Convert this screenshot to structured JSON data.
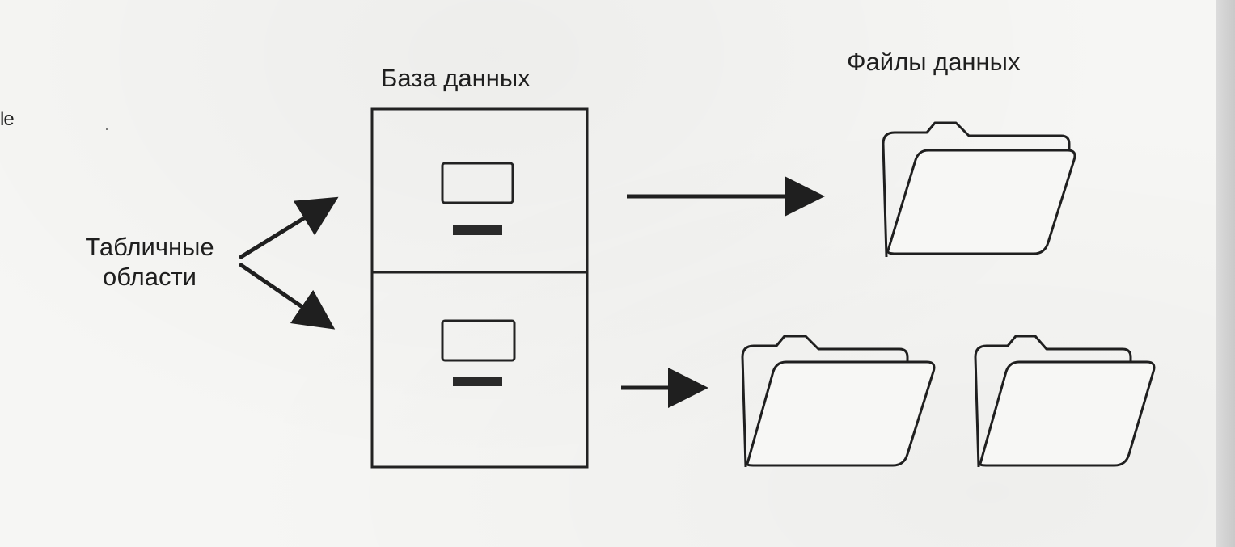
{
  "labels": {
    "database": "База данных",
    "data_files": "Файлы данных",
    "tablespaces_line1": "Табличные",
    "tablespaces_line2": "области",
    "margin_fragment": "le"
  }
}
